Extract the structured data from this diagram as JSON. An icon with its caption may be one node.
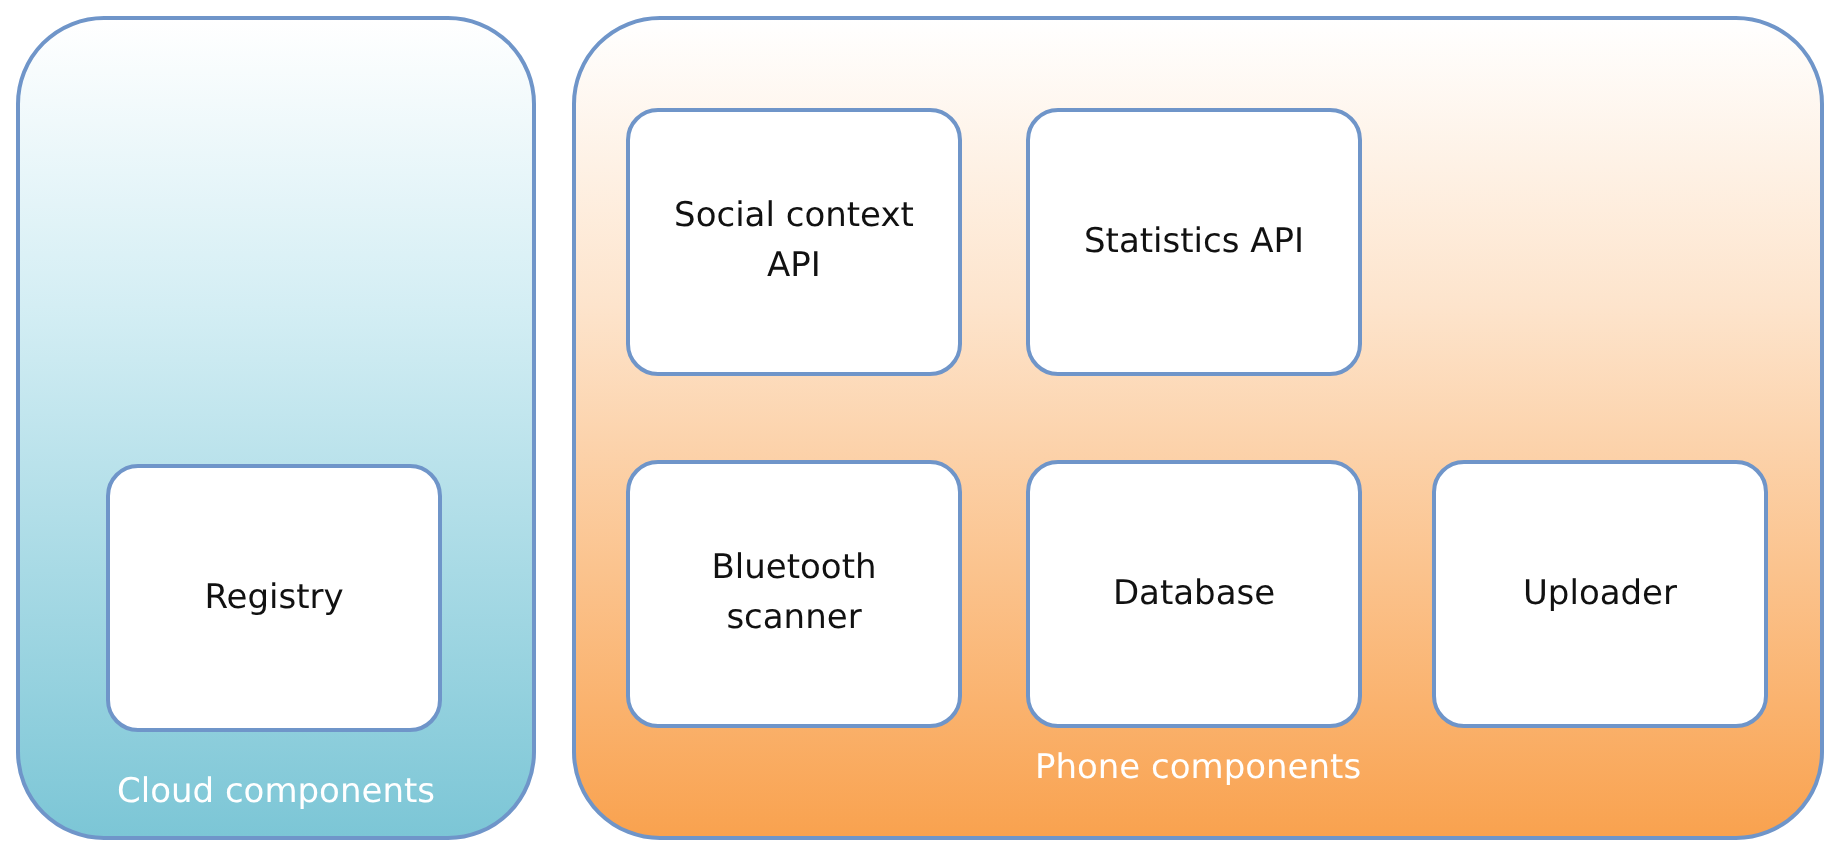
{
  "diagram": {
    "nodes": [
      {
        "text": [
          "Cloud components"
        ]
      },
      {
        "text": [
          "Registry"
        ],
        "in": 0
      },
      {
        "text": [
          "Phone components"
        ]
      },
      {
        "text": [
          "Social context API"
        ],
        "in": 2
      },
      {
        "text": [
          "Statistics API"
        ],
        "in": 2
      },
      {
        "text": [
          "Bluetooth scanner"
        ],
        "in": 2
      },
      {
        "text": [
          "Database"
        ],
        "in": 2
      },
      {
        "text": [
          "Uploader"
        ],
        "in": 2
      }
    ]
  }
}
